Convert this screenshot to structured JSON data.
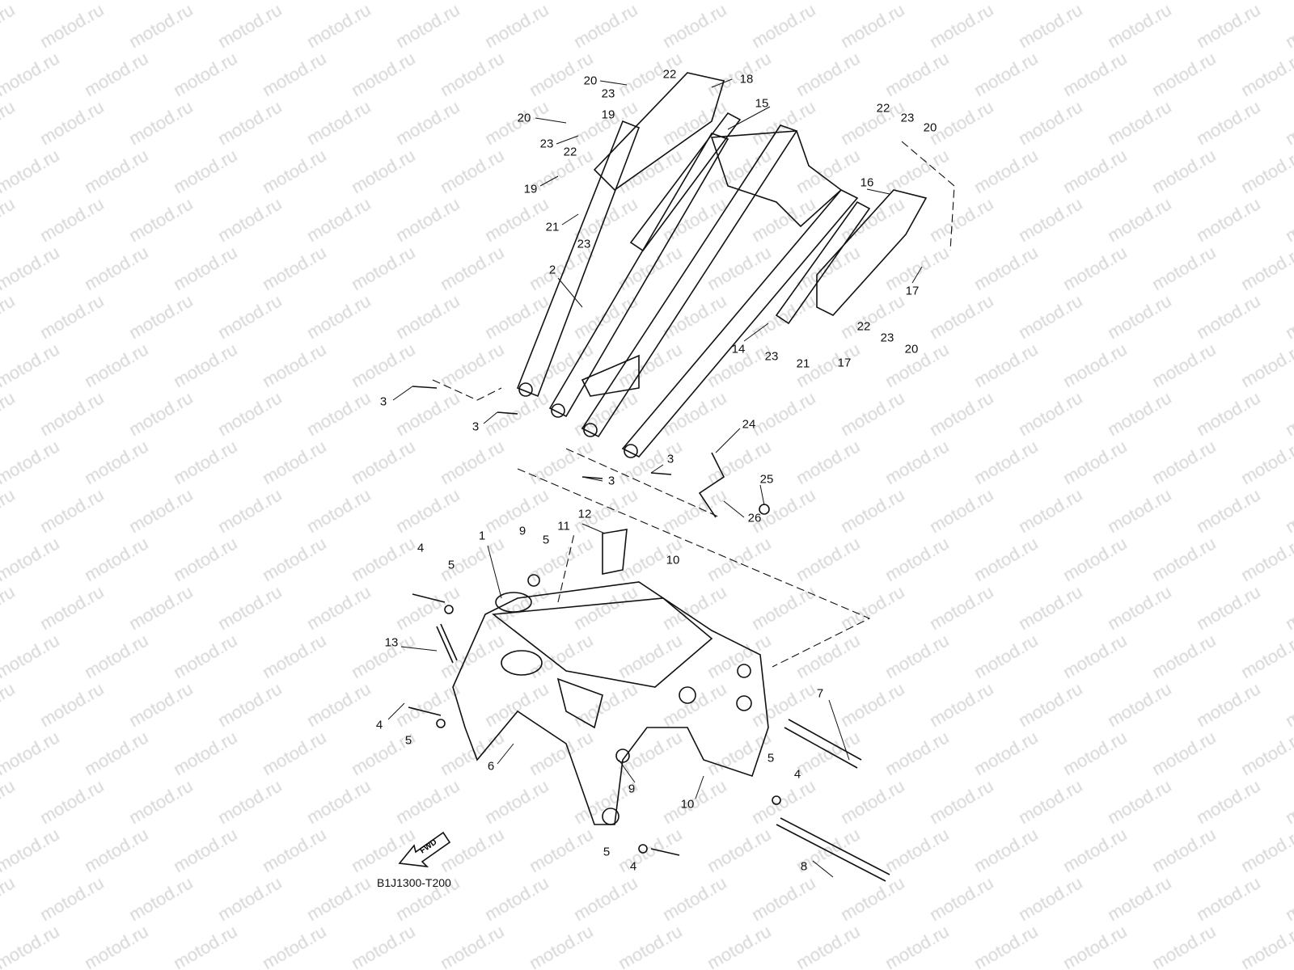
{
  "watermark": "motod.ru",
  "diagram_code": "B1J1300-T200",
  "fwd_label": "FWD",
  "callouts": [
    "20",
    "22",
    "18",
    "23",
    "19",
    "15",
    "20",
    "23",
    "22",
    "19",
    "21",
    "23",
    "22",
    "23",
    "20",
    "16",
    "17",
    "2",
    "14",
    "23",
    "21",
    "17",
    "22",
    "23",
    "20",
    "3",
    "3",
    "24",
    "3",
    "3",
    "25",
    "26",
    "12",
    "9",
    "5",
    "11",
    "1",
    "4",
    "5",
    "10",
    "13",
    "7",
    "4",
    "5",
    "6",
    "9",
    "5",
    "4",
    "10",
    "5",
    "4",
    "8"
  ]
}
